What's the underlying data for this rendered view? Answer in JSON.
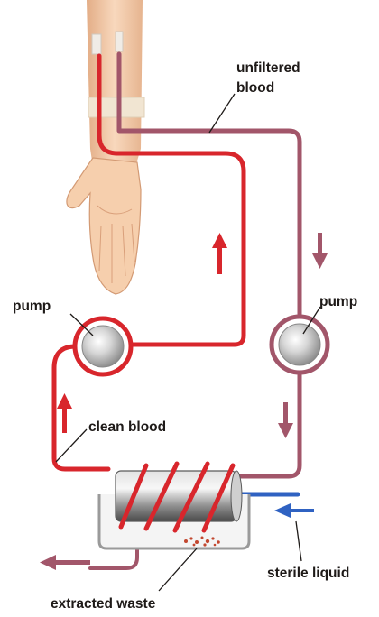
{
  "labels": {
    "unfiltered_blood_line1": "unfiltered",
    "unfiltered_blood_line2": "blood",
    "pump_left": "pump",
    "pump_right": "pump",
    "clean_blood": "clean blood",
    "sterile_liquid": "sterile liquid",
    "extracted_waste": "extracted waste"
  },
  "colors": {
    "clean_blood": "#d8262c",
    "unfiltered_blood": "#a2566a",
    "sterile_liquid": "#2f62c2",
    "skin": "#f2c9a6"
  }
}
